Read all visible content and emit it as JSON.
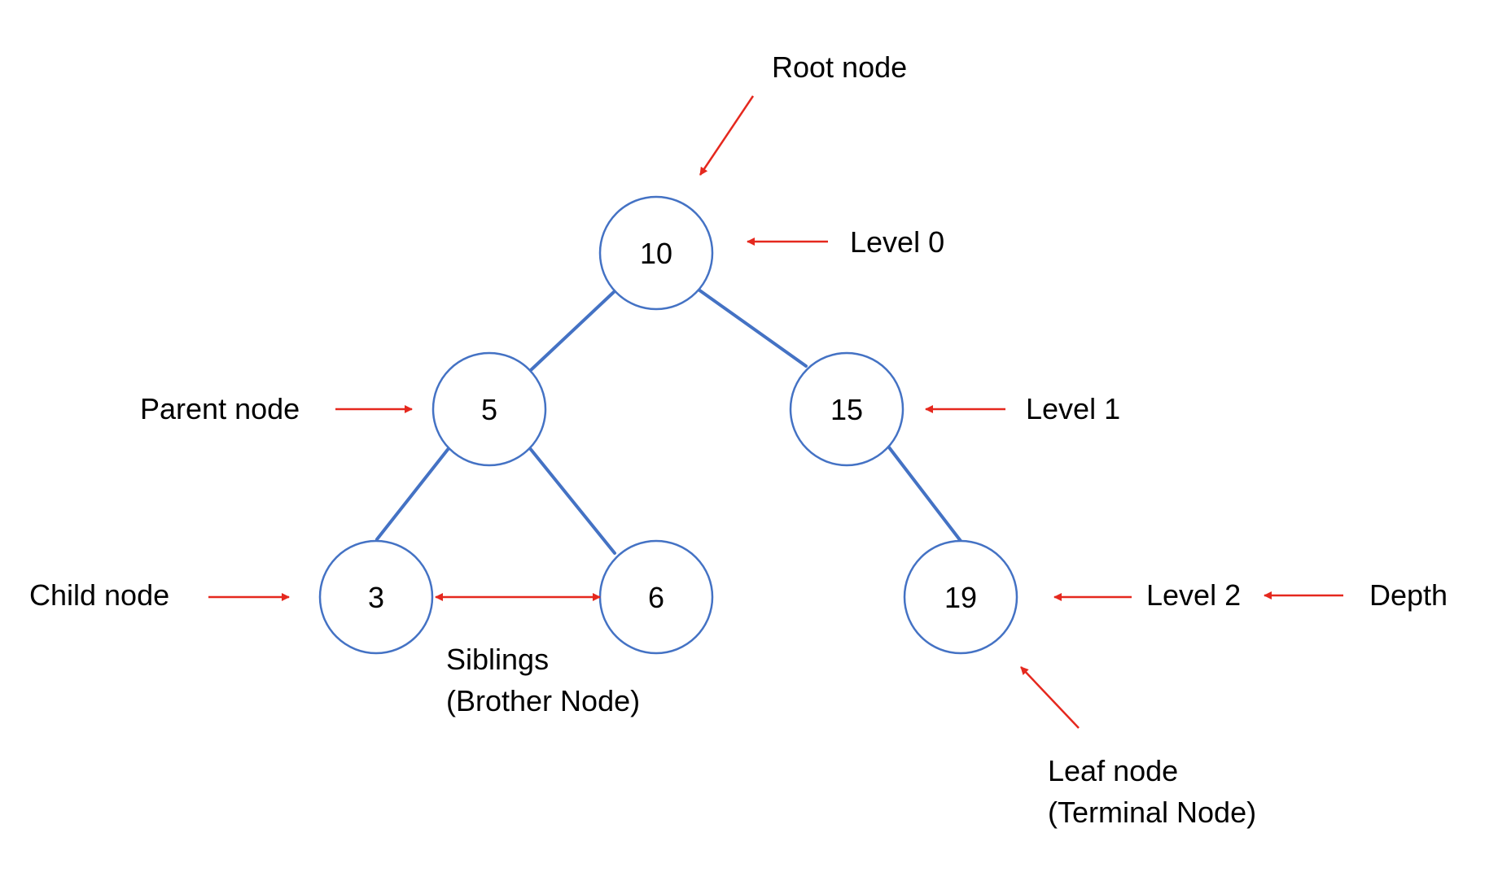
{
  "colors": {
    "node_stroke": "#4472c4",
    "edge": "#4472c4",
    "arrow": "#e5281e",
    "text": "#000000",
    "background": "#ffffff"
  },
  "nodes": {
    "root": "10",
    "left": "5",
    "right": "15",
    "left_left": "3",
    "left_right": "6",
    "right_right": "19"
  },
  "labels": {
    "root_node": "Root node",
    "level_0": "Level 0",
    "parent_node": "Parent node",
    "level_1": "Level 1",
    "child_node": "Child node",
    "level_2": "Level 2",
    "depth": "Depth",
    "siblings_line1": "Siblings",
    "siblings_line2": "(Brother Node)",
    "leaf_line1": "Leaf node",
    "leaf_line2": "(Terminal Node)"
  }
}
